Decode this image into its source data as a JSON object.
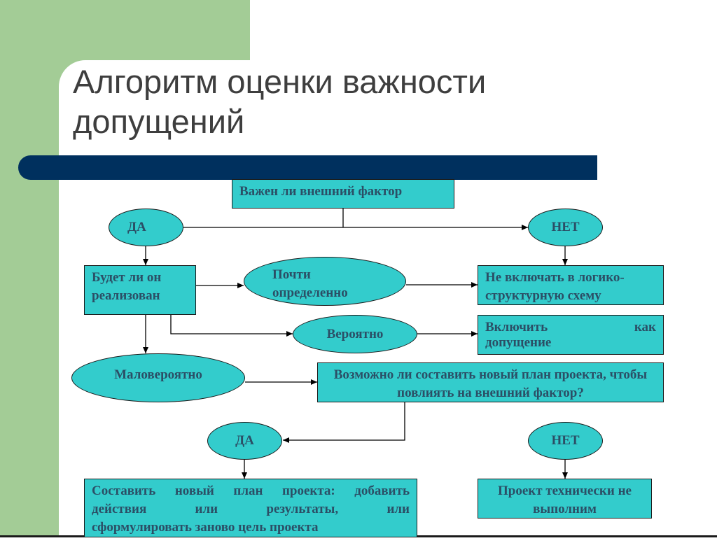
{
  "slide": {
    "title": "Алгоритм оценки важности допущений"
  },
  "nodes": {
    "q_external": "Важен ли внешний фактор",
    "yes_1": "ДА",
    "no_1": "НЕТ",
    "q_realized": "Будет ли он реализован",
    "almost_certain": "Почти определенно",
    "exclude": "Не включать в логико-структурную схему",
    "probably": "Вероятно",
    "include_line1": "Включить как",
    "include_line2": "допущение",
    "unlikely": "Маловероятно",
    "q_new_plan": "Возможно ли составить новый план проекта, чтобы повлиять на внешний фактор?",
    "yes_2": "ДА",
    "no_2": "НЕТ",
    "new_plan_line1": "Составить новый план проекта: добавить",
    "new_plan_line2": "действия или результаты, или",
    "new_plan_line3": "сформулировать заново цель проекта",
    "not_feasible": "Проект технически не выполним"
  },
  "colors": {
    "node_fill": "#33cccc",
    "node_text": "#2b4f66",
    "title_bar": "#00305e",
    "side_panel": "#a3cc96"
  }
}
